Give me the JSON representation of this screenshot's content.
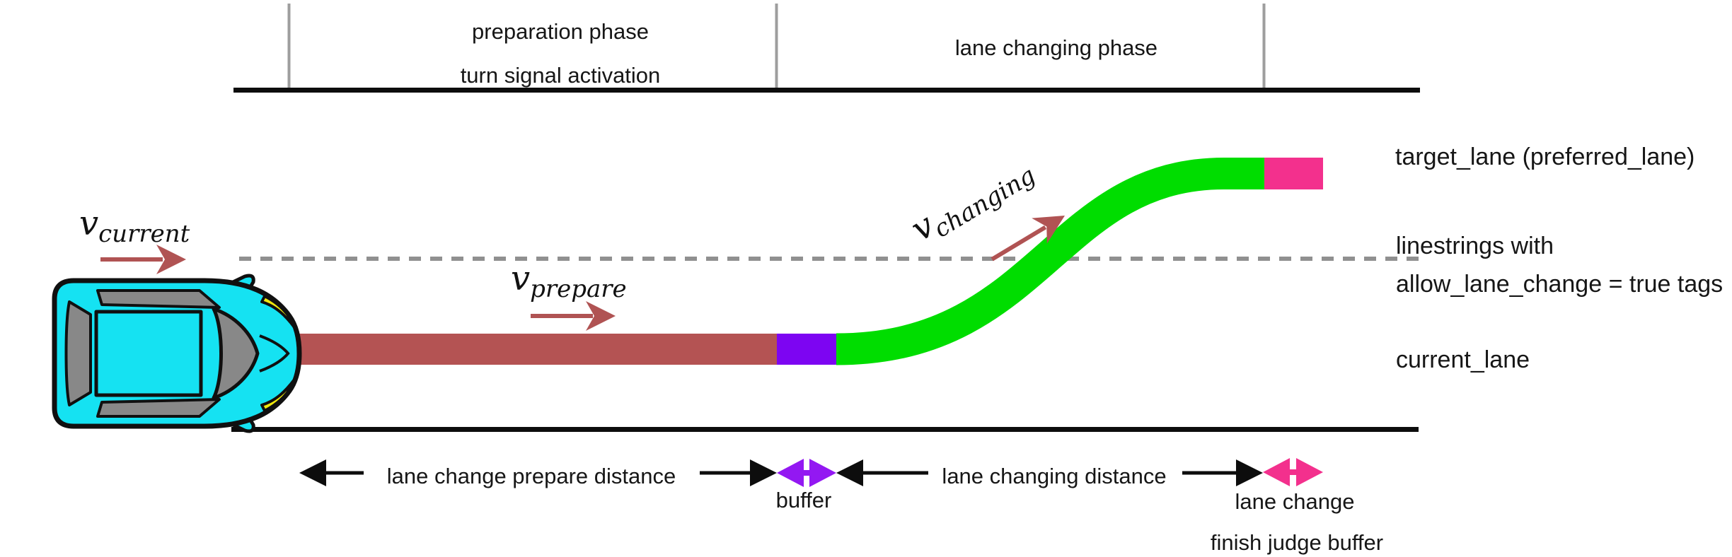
{
  "phases": {
    "preparation_line1": "preparation phase",
    "preparation_line2": "turn signal activation",
    "changing": "lane changing phase"
  },
  "velocity_labels": {
    "current": {
      "symbol": "v",
      "subscript": "current"
    },
    "prepare": {
      "symbol": "v",
      "subscript": "prepare"
    },
    "changing": {
      "symbol": "v",
      "subscript": "changing"
    }
  },
  "lane_labels": {
    "target_lane": "target_lane (preferred_lane)",
    "linestrings_line1": "linestrings with",
    "linestrings_line2": "allow_lane_change = true tags",
    "current_lane": "current_lane"
  },
  "distance_labels": {
    "prepare_distance": "lane change prepare distance",
    "buffer": "buffer",
    "changing_distance": "lane changing distance",
    "finish_buffer_line1": "lane change",
    "finish_buffer_line2": "finish judge buffer"
  },
  "colors": {
    "prepare_path": "#b45353",
    "buffer_path": "#7d05f2",
    "buffer_arrow": "#9318f2",
    "changing_path": "#00dd00",
    "finish_buffer_path": "#f3308d",
    "finish_buffer_arrow": "#f3308d",
    "velocity_arrow": "#b05353",
    "lane_line": "#0d0d0d",
    "lane_divider_dashed": "#909090",
    "phase_divider": "#9e9e9e",
    "measure_arrow": "#0d0d0d",
    "vehicle_body": "#15e2f2",
    "vehicle_window": "#888888",
    "vehicle_light": "#f0e80c"
  }
}
